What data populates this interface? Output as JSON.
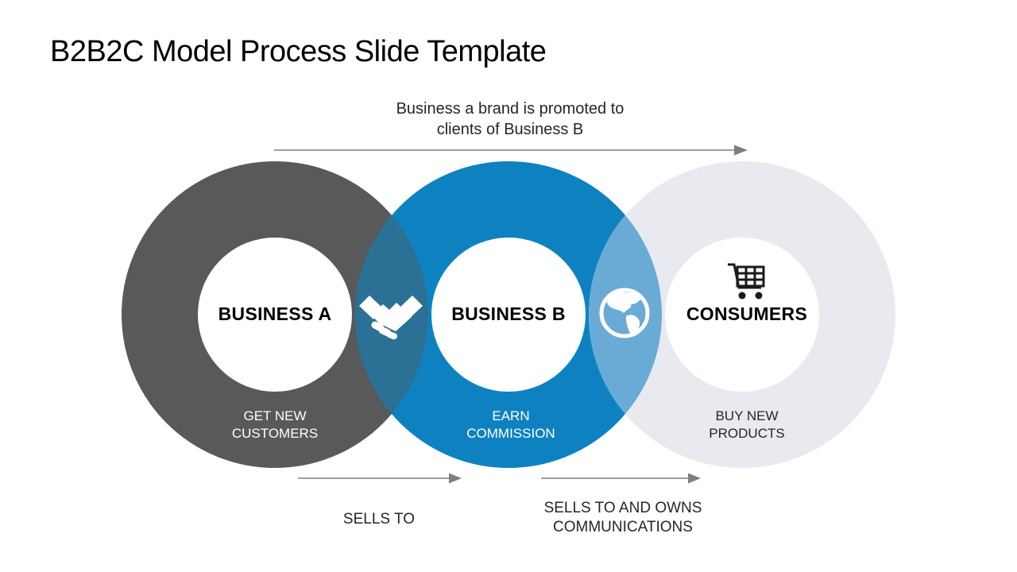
{
  "slide": {
    "title": "B2B2C Model Process Slide Template"
  },
  "flow_labels": {
    "top_arrow": "Business a brand is promoted to clients of Business B",
    "bottom_left_arrow": "SELLS TO",
    "bottom_right_arrow": "SELLS TO AND OWNS COMMUNICATIONS"
  },
  "rings": [
    {
      "id": "business-a",
      "label": "BUSINESS A",
      "sublabel": "GET NEW CUSTOMERS",
      "color": "#58595B"
    },
    {
      "id": "business-b",
      "label": "BUSINESS B",
      "sublabel": "EARN COMMISSION",
      "color": "#0E82C1"
    },
    {
      "id": "consumers",
      "label": "CONSUMERS",
      "sublabel": "BUY NEW PRODUCTS",
      "color": "#E9EAEF",
      "icon": "shopping-cart-icon"
    }
  ],
  "overlaps": [
    {
      "id": "business-a-business-b",
      "icon": "handshake-icon",
      "color": "#2B7196"
    },
    {
      "id": "business-b-consumers",
      "icon": "globe-icon",
      "color": "#69ABD5"
    }
  ],
  "colors": {
    "background": "#FFFFFF",
    "title_text": "#000000",
    "annotation_text": "#262626",
    "ring_label_text": "#000000",
    "sublabel_on_color": "#FFFFFF",
    "sublabel_on_light": "#262626",
    "arrow": "#7F7F7F",
    "icon_on_overlap": "#FFFFFF",
    "cart_icon": "#1A1A1A"
  }
}
